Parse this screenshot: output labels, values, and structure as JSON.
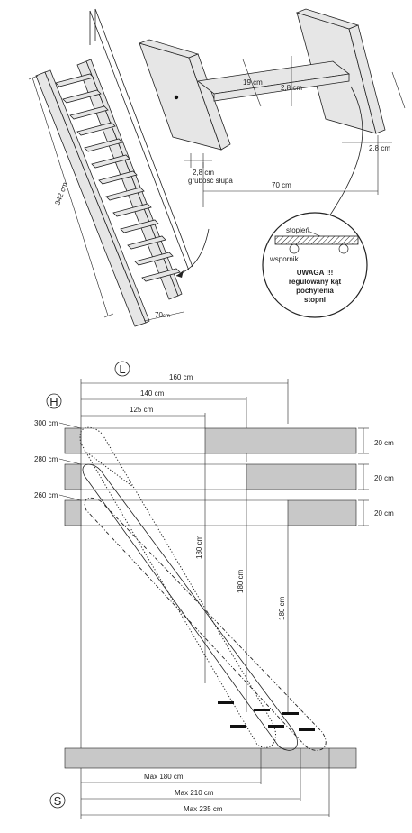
{
  "top": {
    "dim_length": "342 cm",
    "dim_width_bottom": "70",
    "dim_width_bottom_unit": "cm",
    "dim_step_width": "19 cm",
    "dim_step_thickness": "2,8 cm",
    "dim_post_thickness": "2,8 cm",
    "dim_post_label": "grubość słupa",
    "dim_right_thickness": "2,8 cm",
    "dim_width": "70 cm",
    "callout": {
      "step_label": "stopień",
      "bracket_label": "wspornik",
      "warning_line1": "UWAGA !!!",
      "warning_line2": "regulowany kąt",
      "warning_line3": "pochylenia",
      "warning_line4": "stopni"
    }
  },
  "bottom": {
    "side_view_symbol": "L",
    "height_symbol": "H",
    "floor_symbol": "S",
    "top_widths": [
      "160 cm",
      "140 cm",
      "125 cm"
    ],
    "heights": [
      "300 cm",
      "280 cm",
      "260 cm"
    ],
    "slab_thickness": [
      "20 cm",
      "20 cm",
      "20 cm"
    ],
    "vertical_dims": [
      "180 cm",
      "180 cm",
      "180 cm"
    ],
    "max_widths": [
      "Max 180 cm",
      "Max 210 cm",
      "Max 235 cm"
    ]
  }
}
